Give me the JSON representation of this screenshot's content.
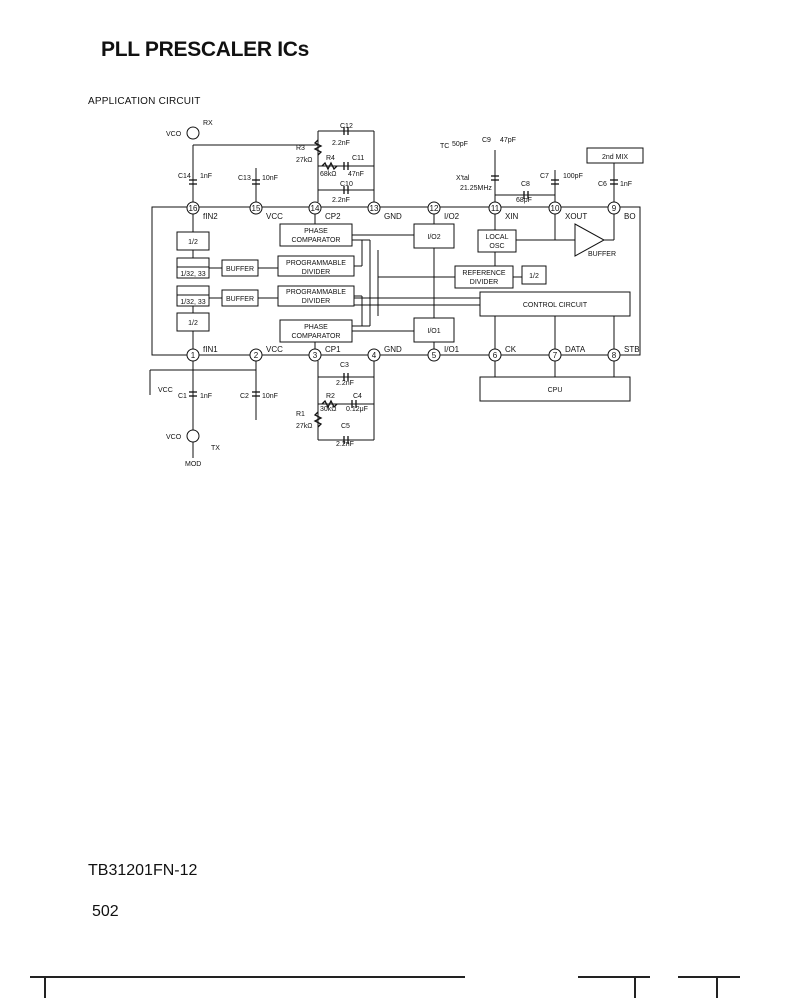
{
  "header": {
    "title": "PLL PRESCALER ICs"
  },
  "section": {
    "label": "APPLICATION CIRCUIT"
  },
  "footer": {
    "part_number": "TB31201FN-12",
    "page_number": "502"
  },
  "blocks": {
    "div2_top": "1/2",
    "div2_bottom": "1/2",
    "prescaler_top": "1/32, 33",
    "prescaler_bottom": "1/32, 33",
    "buffer_top": "BUFFER",
    "buffer_bottom": "BUFFER",
    "pd_top_1": "PHASE",
    "pd_top_2": "COMPARATOR",
    "prog_top_1": "PROGRAMMABLE",
    "prog_top_2": "DIVIDER",
    "prog_bottom_1": "PROGRAMMABLE",
    "prog_bottom_2": "DIVIDER",
    "pd_bottom_1": "PHASE",
    "pd_bottom_2": "COMPARATOR",
    "io2": "I/O2",
    "io1": "I/O1",
    "osc_1": "LOCAL",
    "osc_2": "OSC",
    "refdiv_1": "REFERENCE",
    "refdiv_2": "DIVIDER",
    "refdiv2": "1/2",
    "control": "CONTROL CIRCUIT",
    "buffer_out": "BUFFER",
    "cpu": "CPU",
    "mix": "2nd MIX"
  },
  "pins": {
    "p16": "16",
    "p15": "15",
    "p14": "14",
    "p13": "13",
    "p12": "12",
    "p11": "11",
    "p10": "10",
    "p9": "9",
    "p1": "1",
    "p2": "2",
    "p3": "3",
    "p4": "4",
    "p5": "5",
    "p6": "6",
    "p7": "7",
    "p8": "8"
  },
  "pin_labels": {
    "fin2": "fIN2",
    "vcc_top": "VCC",
    "cp2": "CP2",
    "gnd_top": "GND",
    "io2": "I/O2",
    "xin": "XIN",
    "xout": "XOUT",
    "bo": "BO",
    "fin1": "fIN1",
    "vcc_bottom": "VCC",
    "cp1": "CP1",
    "gnd_bottom": "GND",
    "io1": "I/O1",
    "ck": "CK",
    "data": "DATA",
    "stb": "STB"
  },
  "components": {
    "vco_top": "VCO",
    "rx": "RX",
    "vco_bottom": "VCO",
    "tx": "TX",
    "mod": "MOD",
    "vcc_ext": "VCC",
    "c12": "C12",
    "c12_val": "2.2nF",
    "r3": "R3",
    "r3_val": "27kΩ",
    "r4": "R4",
    "r4_val": "68kΩ",
    "c11": "C11",
    "c11_val": "47nF",
    "c10": "C10",
    "c10_val": "2.2nF",
    "c14": "C14",
    "c14_val": "1nF",
    "c13": "C13",
    "c13_val": "10nF",
    "tc": "TC",
    "tc_val": "50pF",
    "c9": "C9",
    "c9_val": "47pF",
    "xtal": "X'tal",
    "xtal_val": "21.25MHz",
    "c8": "C8",
    "c8_val": "68pF",
    "c7": "C7",
    "c7_val": "100pF",
    "c6": "C6",
    "c6_val": "1nF",
    "c1": "C1",
    "c1_val": "1nF",
    "c2": "C2",
    "c2_val": "10nF",
    "c3": "C3",
    "c3_val": "2.2nF",
    "r2": "R2",
    "r2_val": "30kΩ",
    "c4": "C4",
    "c4_val": "0.12μF",
    "r1": "R1",
    "r1_val": "27kΩ",
    "c5": "C5",
    "c5_val": "2.2nF"
  }
}
